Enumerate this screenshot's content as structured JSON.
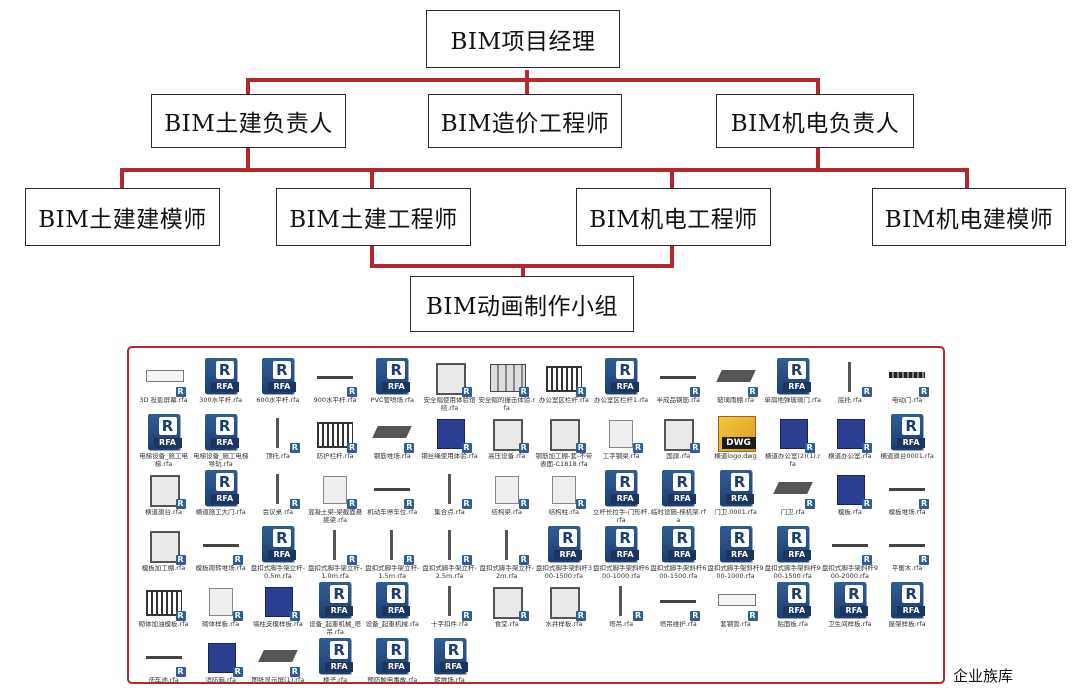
{
  "org_chart": {
    "root": "BIM项目经理",
    "leads": [
      "BIM土建负责人",
      "BIM造价工程师",
      "BIM机电负责人"
    ],
    "members": [
      "BIM土建建模师",
      "BIM土建工程师",
      "BIM机电工程师",
      "BIM机电建模师"
    ],
    "animation_group": "BIM动画制作小组",
    "line_color": "#b3282d"
  },
  "library": {
    "caption": "企业族库",
    "border_color": "#b3282d",
    "files": [
      {
        "name": "3D 投影屏幕.rfa",
        "icon": "panel"
      },
      {
        "name": "300水平杆.rfa",
        "icon": "rfa"
      },
      {
        "name": "600水平杆.rfa",
        "icon": "rfa"
      },
      {
        "name": "900水平杆.rfa",
        "icon": "bar"
      },
      {
        "name": "PVC管喷场.rfa",
        "icon": "rfa"
      },
      {
        "name": "安全帽使用体验馆结.rfa",
        "icon": "frame"
      },
      {
        "name": "安全帽的撞击体验.rfa",
        "icon": "board"
      },
      {
        "name": "办公室区栏杆.rfa",
        "icon": "fence"
      },
      {
        "name": "办公室区栏杆1.rfa",
        "icon": "rfa"
      },
      {
        "name": "半成品钢筋.rfa",
        "icon": "bar"
      },
      {
        "name": "玻璃雨棚.rfa",
        "icon": "slab"
      },
      {
        "name": "单扇地弹玻璃门.rfa",
        "icon": "rfa"
      },
      {
        "name": "底托.rfa",
        "icon": "post"
      },
      {
        "name": "电动门.rfa",
        "icon": "gate"
      },
      {
        "name": "电梯设备_施工电梯.rfa",
        "icon": "rfa"
      },
      {
        "name": "电梯设备_施工电梯导轨.rfa",
        "icon": "rfa"
      },
      {
        "name": "顶托.rfa",
        "icon": "post"
      },
      {
        "name": "防护栏杆.rfa",
        "icon": "fence"
      },
      {
        "name": "钢筋堆场.rfa",
        "icon": "slab"
      },
      {
        "name": "钢丝绳使用体验.rfa",
        "icon": "cabinet"
      },
      {
        "name": "高压设备.rfa",
        "icon": "frame"
      },
      {
        "name": "钢筋加工棚-套-不带表面-C1818.rfa",
        "icon": "frame"
      },
      {
        "name": "工字钢梁.rfa",
        "icon": "block"
      },
      {
        "name": "国旗.rfa",
        "icon": "frame"
      },
      {
        "name": "横道logo.dwg",
        "icon": "dwg"
      },
      {
        "name": "横道办公室(2)(1).rfa",
        "icon": "cabinet"
      },
      {
        "name": "横道办公室.rfa",
        "icon": "cabinet"
      },
      {
        "name": "横道旗台0001.rfa",
        "icon": "rfa"
      },
      {
        "name": "横道旗台.rfa",
        "icon": "frame"
      },
      {
        "name": "横道施工大门.rfa",
        "icon": "rfa"
      },
      {
        "name": "会议桌.rfa",
        "icon": "post"
      },
      {
        "name": "混凝土梁-梁截面悬挑梁.rfa",
        "icon": "block"
      },
      {
        "name": "机动车停车位.rfa",
        "icon": "bar"
      },
      {
        "name": "集合点.rfa",
        "icon": "post"
      },
      {
        "name": "结构梁.rfa",
        "icon": "block"
      },
      {
        "name": "结构柱.rfa",
        "icon": "block"
      },
      {
        "name": "立杆长拉手-门形杆.rfa",
        "icon": "rfa"
      },
      {
        "name": "临时设施-梯机架.rfa",
        "icon": "rfa"
      },
      {
        "name": "门卫.0001.rfa",
        "icon": "rfa"
      },
      {
        "name": "门卫.rfa",
        "icon": "slab"
      },
      {
        "name": "模板.rfa",
        "icon": "cabinet"
      },
      {
        "name": "模板堆场.rfa",
        "icon": "bar"
      },
      {
        "name": "模板加工棚.rfa",
        "icon": "frame"
      },
      {
        "name": "模板周转堆场.rfa",
        "icon": "bar"
      },
      {
        "name": "盘扣式脚手架立杆-0.5m.rfa",
        "icon": "rfa"
      },
      {
        "name": "盘扣式脚手架立杆-1.0m.rfa",
        "icon": "post"
      },
      {
        "name": "盘扣式脚手架立杆-1.5m.rfa",
        "icon": "post"
      },
      {
        "name": "盘扣式脚手架立杆-2.5m.rfa",
        "icon": "post"
      },
      {
        "name": "盘扣式脚手架立杆-2m.rfa",
        "icon": "post"
      },
      {
        "name": "盘扣式脚手架斜杆300-1500.rfa",
        "icon": "rfa"
      },
      {
        "name": "盘扣式脚手架斜杆600-1000.rfa",
        "icon": "rfa"
      },
      {
        "name": "盘扣式脚手架斜杆600-1500.rfa",
        "icon": "rfa"
      },
      {
        "name": "盘扣式脚手架斜杆900-1000.rfa",
        "icon": "rfa"
      },
      {
        "name": "盘扣式脚手架斜杆900-1500.rfa",
        "icon": "rfa"
      },
      {
        "name": "盘扣式脚手架斜杆900-2000.rfa",
        "icon": "bar"
      },
      {
        "name": "平衡木.rfa",
        "icon": "bar"
      },
      {
        "name": "砌体加油模板.rfa",
        "icon": "fence"
      },
      {
        "name": "砌体样板.rfa",
        "icon": "block"
      },
      {
        "name": "墙柱支模样板.rfa",
        "icon": "cabinet"
      },
      {
        "name": "设备_起重机械_塔吊.rfa",
        "icon": "rfa"
      },
      {
        "name": "设备_起重机械.rfa",
        "icon": "rfa"
      },
      {
        "name": "十字扣件.rfa",
        "icon": "post"
      },
      {
        "name": "食堂.rfa",
        "icon": "frame"
      },
      {
        "name": "水井样板.rfa",
        "icon": "frame"
      },
      {
        "name": "塔吊.rfa",
        "icon": "post"
      },
      {
        "name": "塔吊维护.rfa",
        "icon": "bar"
      },
      {
        "name": "套钢管.rfa",
        "icon": "panel"
      },
      {
        "name": "贴面板.rfa",
        "icon": "rfa"
      },
      {
        "name": "卫生间样板.rfa",
        "icon": "rfa"
      },
      {
        "name": "屋架样板.rfa",
        "icon": "rfa"
      },
      {
        "name": "洗车池.rfa",
        "icon": "bar"
      },
      {
        "name": "消防箱.rfa",
        "icon": "cabinet"
      },
      {
        "name": "图纸显示屏(1).rfa",
        "icon": "slab"
      },
      {
        "name": "楼子.rfa",
        "icon": "rfa"
      },
      {
        "name": "预防触电事故.rfa",
        "icon": "rfa"
      },
      {
        "name": "砖堆场.rfa",
        "icon": "rfa"
      }
    ]
  }
}
